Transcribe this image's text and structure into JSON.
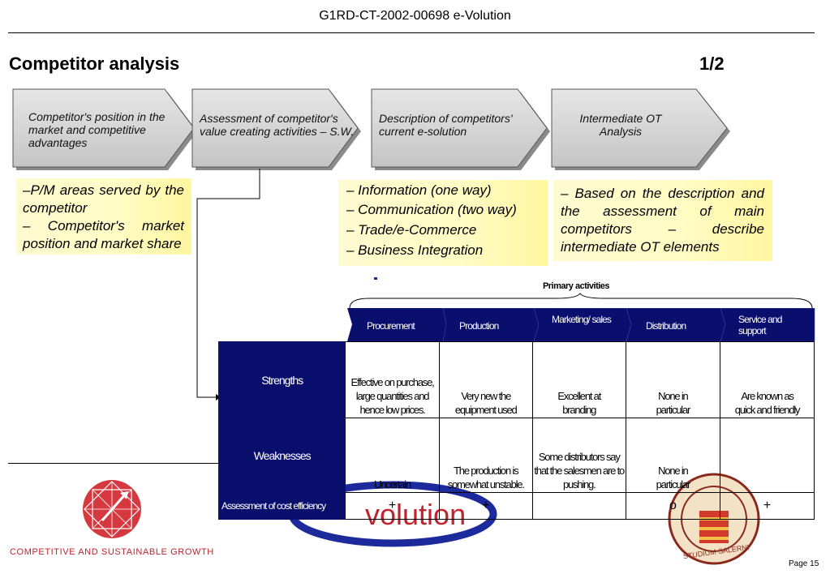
{
  "header": {
    "title": "G1RD-CT-2002-00698 e-Volution"
  },
  "slide": {
    "title": "Competitor analysis",
    "page_fraction": "1/2"
  },
  "process_steps": [
    {
      "text": "Competitor's position in the market and competitive advantages"
    },
    {
      "text": "Assessment of competitor's value creating activities – S.W."
    },
    {
      "text": "Description of competitors' current e-solution"
    },
    {
      "text": "Intermediate OT Analysis"
    }
  ],
  "notes": {
    "left": [
      "–P/M areas served by the competitor",
      "– Competitor's market position and market share"
    ],
    "middle": [
      "– Information (one way)",
      "– Communication (two way)",
      "– Trade/e-Commerce",
      "– Business Integration"
    ],
    "right": "– Based on the description and the assessment of main competitors – describe intermediate OT elements"
  },
  "value_chain": {
    "primary_label": "Primary activities",
    "activities": [
      "Procurement",
      "Production",
      "Marketing/ sales",
      "Distribution",
      "Service and support"
    ]
  },
  "table": {
    "rows": [
      {
        "label": "Strengths",
        "cells": [
          "Effective on purchase, large quantities and hence low prices.",
          "Very new the equipment used",
          "Excellent at branding",
          "None in particular",
          "Are known as quick and friendly"
        ]
      },
      {
        "label": "Weaknesses",
        "cells": [
          "Uncertain",
          "The production is somewhat unstable.",
          "Some distributors say that the salesmen are to pushing.",
          "None in particular",
          ""
        ]
      },
      {
        "label": "Assessment of cost efficiency",
        "cells": [
          "+",
          "+",
          "",
          "o",
          "+"
        ]
      }
    ]
  },
  "footer": {
    "program_label": "COMPETITIVE AND SUSTAINABLE GROWTH",
    "page": "Page 15",
    "logo_text": "volution",
    "seal_text": "STUDIUM SALERNI"
  },
  "colors": {
    "navy": "#0a0f6e",
    "arrow_fill": "#d6d6d6",
    "growth_red": "#c0232b",
    "logo_blue": "#1c2a9c"
  }
}
